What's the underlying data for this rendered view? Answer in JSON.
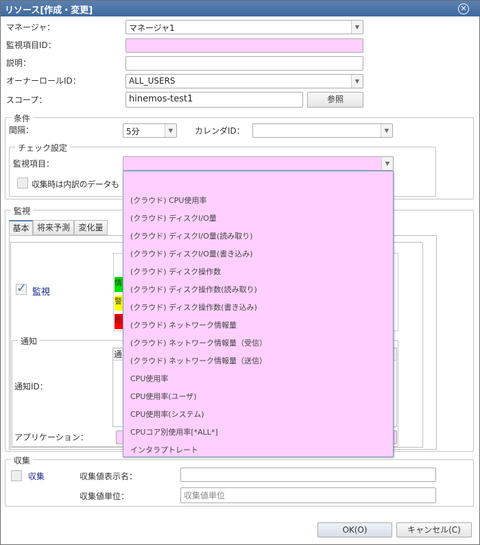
{
  "title": "リソース[作成・変更]",
  "form": {
    "manager_label": "マネージャ：",
    "manager_value": "マネージャ1",
    "monitor_id_label": "監視項目ID：",
    "monitor_id_value": "",
    "description_label": "説明：",
    "description_value": "",
    "owner_role_label": "オーナーロールID：",
    "owner_role_value": "ALL_USERS",
    "scope_label": "スコープ：",
    "scope_value": "hinemos-test1",
    "browse_label": "参照"
  },
  "condition": {
    "group_label": "条件",
    "interval_label": "間隔：",
    "interval_value": "5分",
    "calendar_label": "カレンダID：",
    "calendar_value": ""
  },
  "check": {
    "group_label": "チェック設定",
    "item_label": "監視項目：",
    "item_value": "",
    "breakdown_label": "収集時は内訳のデータも"
  },
  "dropdown": {
    "options": [
      "",
      "(クラウド) CPU使用率",
      "(クラウド) ディスクI/O量",
      "(クラウド) ディスクI/O量(読み取り)",
      "(クラウド) ディスクI/O量(書き込み)",
      "(クラウド) ディスク操作数",
      "(クラウド) ディスク操作数(読み取り)",
      "(クラウド) ディスク操作数(書き込み)",
      "(クラウド) ネットワーク情報量",
      "(クラウド) ネットワーク情報量（受信）",
      "(クラウド) ネットワーク情報量（送信）",
      "CPU使用率",
      "CPU使用率(ユーザ)",
      "CPU使用率(システム)",
      "CPUコア別使用率[*ALL*]",
      "インタラプトレート"
    ]
  },
  "monitor": {
    "group_label": "監視",
    "tabs": [
      "基本",
      "将来予測",
      "変化量"
    ],
    "monitor_check_label": "監視",
    "monitor_checked": true,
    "severity": [
      {
        "text": "情",
        "color": "#00e000"
      },
      {
        "text": "警",
        "color": "#ffff00"
      },
      {
        "text": "危",
        "color": "#ff0000"
      }
    ],
    "notify_group_label": "通知",
    "notify_id_label": "通知ID：",
    "notify_table_header": "通",
    "application_label": "アプリケーション："
  },
  "collect": {
    "group_label": "収集",
    "collect_check_label": "収集",
    "display_name_label": "収集値表示名：",
    "display_name_value": "",
    "unit_label": "収集値単位：",
    "unit_placeholder": "収集値単位"
  },
  "buttons": {
    "ok": "OK(O)",
    "cancel": "キャンセル(C)"
  }
}
